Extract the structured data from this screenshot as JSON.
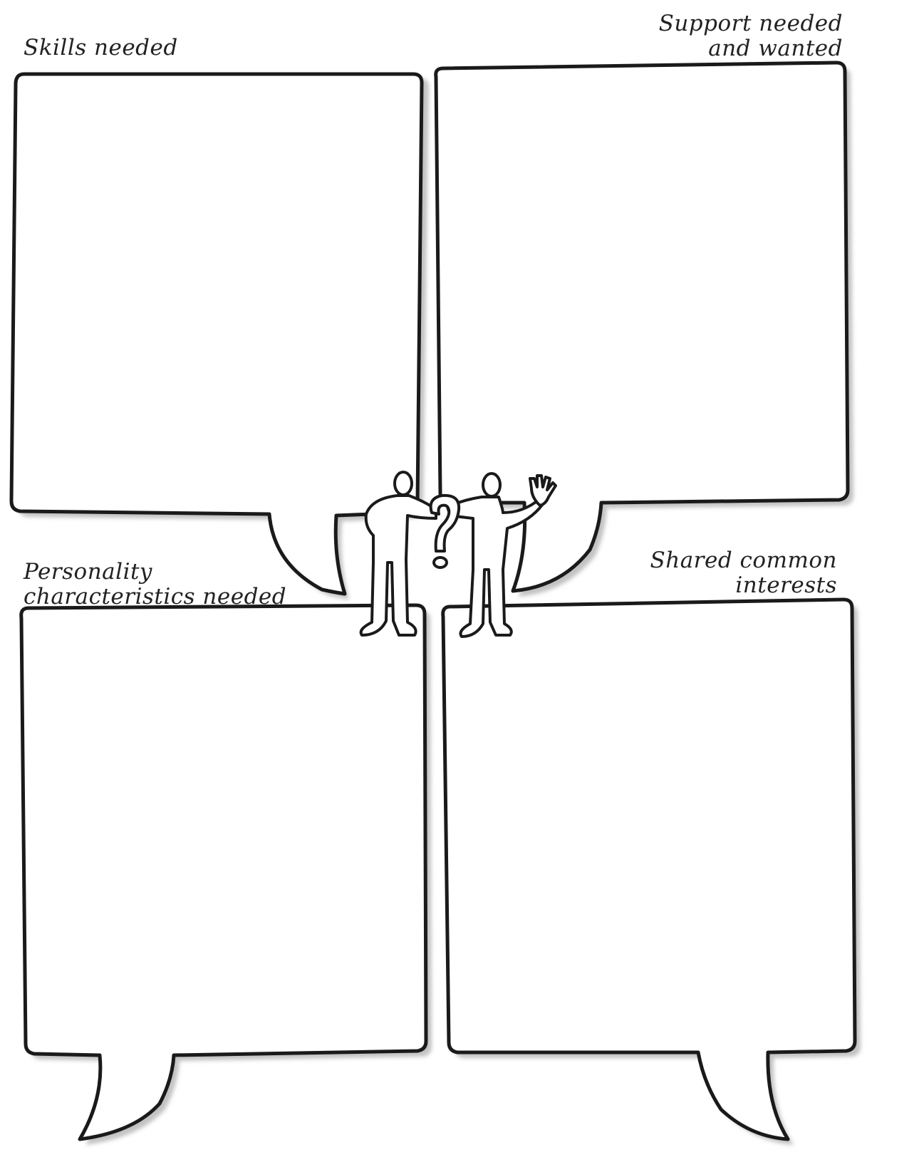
{
  "quadrants": {
    "skills": {
      "label_lines": [
        "Skills needed"
      ]
    },
    "support": {
      "label_lines": [
        "Support needed",
        "and wanted"
      ]
    },
    "personality": {
      "label_lines": [
        "Personality",
        "characteristics needed"
      ]
    },
    "shared": {
      "label_lines": [
        "Shared common",
        "interests"
      ]
    }
  },
  "colors": {
    "ink": "#1a1a1a",
    "shadow": "#b8b8b8",
    "paper": "#ffffff"
  },
  "icons": {
    "center_figures": "two-people-question-mark-icon"
  }
}
